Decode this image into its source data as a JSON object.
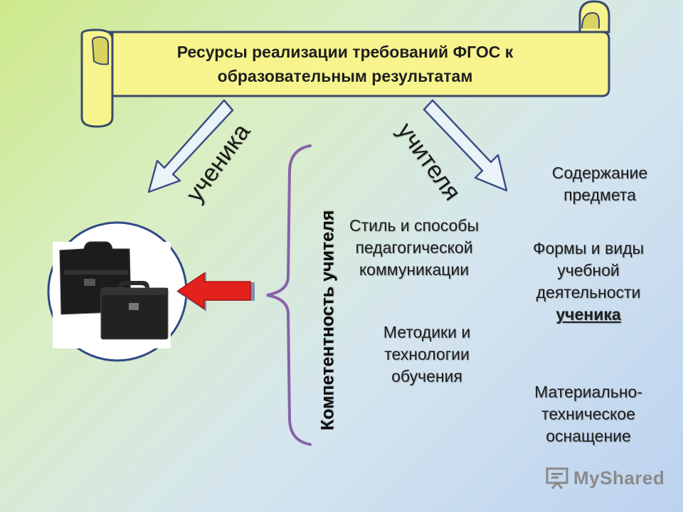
{
  "title": {
    "line1": "Ресурсы реализации требований ФГОС к",
    "line2": "образовательным  результатам"
  },
  "arrows": {
    "left_label": "ученика",
    "right_label": "учителя"
  },
  "brace_label": "Компетентность учителя",
  "middle_items": {
    "style": [
      "Стиль и способы",
      "педагогической",
      "коммуникации"
    ],
    "methods": [
      "Методики и",
      "технологии",
      "обучения"
    ]
  },
  "right_items": {
    "content": [
      "Содержание",
      "предмета"
    ],
    "forms": [
      "Формы и виды",
      "учебной",
      "деятельности"
    ],
    "forms_emphasis": "ученика",
    "material": [
      "Материально-",
      "техническое",
      "оснащение"
    ]
  },
  "image": {
    "icon": "briefcase-icon"
  },
  "watermark": "MyShared",
  "colors": {
    "scroll_fill": "#f7f48e",
    "scroll_stroke": "#3a4a6a",
    "hollow_arrow_stroke": "#3c4f86",
    "red_arrow": "#e3211d",
    "brace": "#8a62a8",
    "circle_stroke": "#2f4a86"
  }
}
